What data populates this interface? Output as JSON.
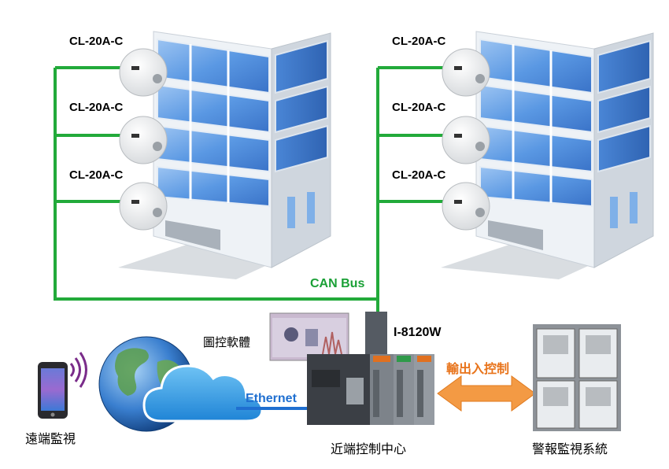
{
  "colors": {
    "can_bus": "#22aa3a",
    "ethernet": "#1f6fd0",
    "io_control_arrow": "#f08a2c",
    "io_control_text": "#e8731a",
    "can_label": "#1aa036",
    "building_glass": "#4f8fe0",
    "building_frame": "#e9eef3"
  },
  "sensors": {
    "left": [
      "CL-20A-C",
      "CL-20A-C",
      "CL-20A-C"
    ],
    "right": [
      "CL-20A-C",
      "CL-20A-C",
      "CL-20A-C"
    ]
  },
  "labels": {
    "can_bus": "CAN Bus",
    "ethernet": "Ethernet",
    "controller": "I-8120W",
    "graphic_software": "圖控軟體",
    "io_control": "輸出入控制",
    "remote_monitoring": "遠端監視",
    "local_control_center": "近端控制中心",
    "alarm_system": "警報監視系統"
  },
  "icons": {
    "phone": "smartphone-icon",
    "wifi": "wifi-signal-icon",
    "globe": "globe-icon",
    "cloud": "cloud-icon",
    "controller": "plc-controller-icon",
    "software": "scada-screen-icon",
    "alarm_panel": "alarm-panel-icon",
    "sensor": "gas-detector-icon",
    "building": "building-icon"
  }
}
